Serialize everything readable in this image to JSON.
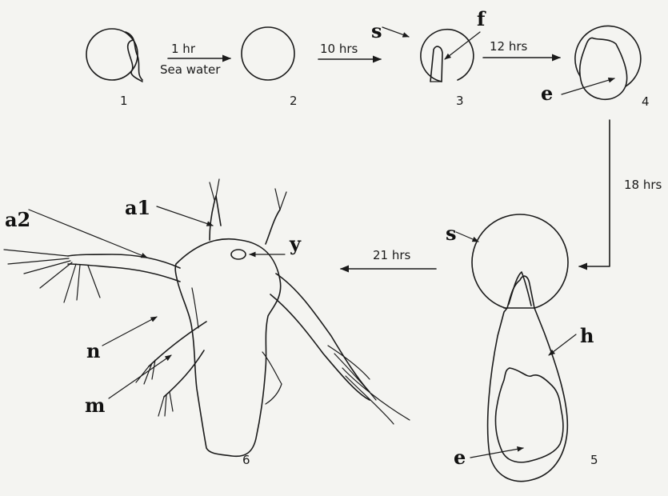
{
  "arrows": {
    "a1": "1 hr",
    "a1_sub": "Sea water",
    "a2": "10 hrs",
    "a3": "12 hrs",
    "a4": "18 hrs",
    "a5": "21 hrs"
  },
  "stages": {
    "s1": "1",
    "s2": "2",
    "s3": "3",
    "s4": "4",
    "s5": "5",
    "s6": "6"
  },
  "labels": {
    "s_stage3": "s",
    "f": "f",
    "e_stage4": "e",
    "s_stage5": "s",
    "h": "h",
    "e_stage5": "e",
    "a1": "a1",
    "a2": "a2",
    "y": "y",
    "n": "n",
    "m": "m"
  }
}
